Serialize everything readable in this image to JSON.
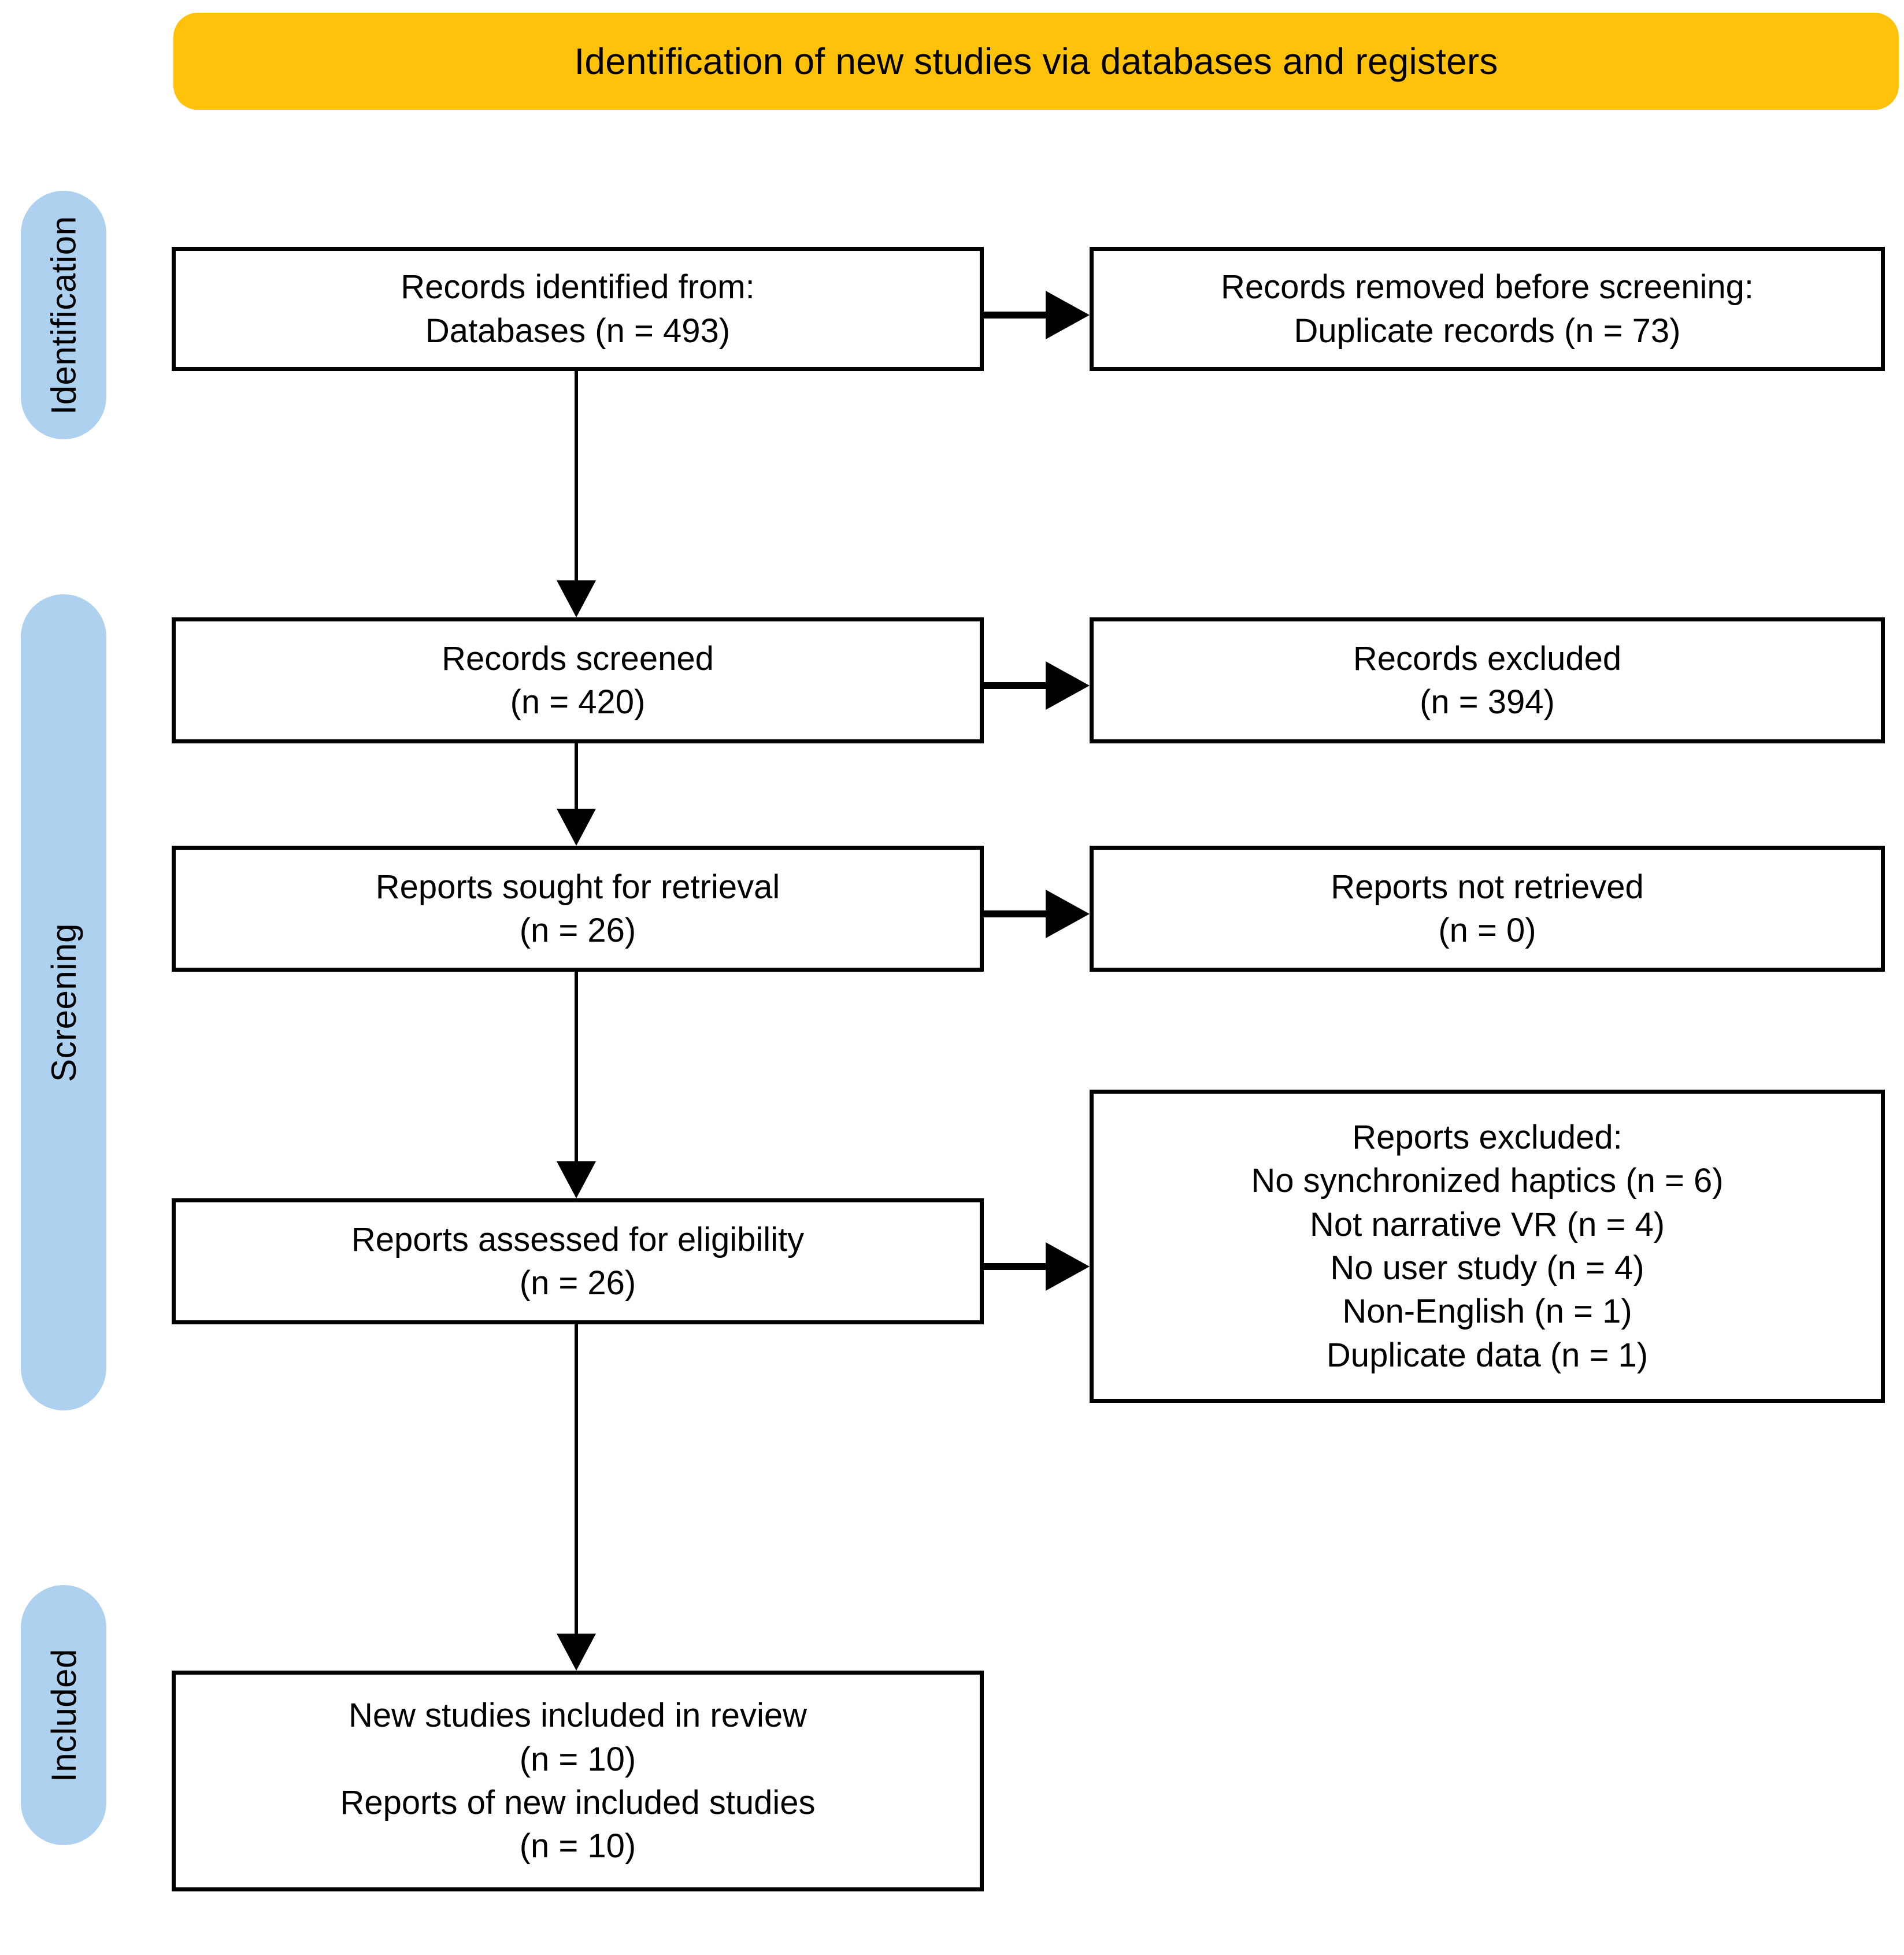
{
  "header": {
    "title": "Identification of new studies via databases and registers",
    "banner_color": "#FFC20A"
  },
  "stages": {
    "accent_color": "#AED1F0",
    "items": [
      {
        "id": "identification",
        "label": "Identification"
      },
      {
        "id": "screening",
        "label": "Screening"
      },
      {
        "id": "included",
        "label": "Included"
      }
    ]
  },
  "boxes": {
    "identified": {
      "lines": [
        "Records identified from:",
        "Databases (n = 493)"
      ]
    },
    "removed": {
      "lines": [
        "Records removed before screening:",
        "Duplicate records (n = 73)"
      ]
    },
    "screened": {
      "lines": [
        "Records screened",
        "(n = 420)"
      ]
    },
    "excluded": {
      "lines": [
        "Records excluded",
        "(n = 394)"
      ]
    },
    "sought": {
      "lines": [
        "Reports sought for retrieval",
        "(n = 26)"
      ]
    },
    "not_retrieved": {
      "lines": [
        "Reports not retrieved",
        "(n = 0)"
      ]
    },
    "assessed": {
      "lines": [
        "Reports assessed for eligibility",
        "(n = 26)"
      ]
    },
    "reports_excluded": {
      "lines": [
        "Reports excluded:",
        "No synchronized haptics (n = 6)",
        "Not narrative VR (n = 4)",
        "No user study (n = 4)",
        "Non-English (n = 1)",
        "Duplicate data (n = 1)"
      ]
    },
    "included": {
      "lines": [
        "New studies included in review",
        "(n = 10)",
        "Reports of new included studies",
        "(n = 10)"
      ]
    }
  },
  "chart_data": {
    "type": "diagram",
    "title": "Identification of new studies via databases and registers",
    "flow": [
      {
        "stage": "Identification",
        "node": "Records identified from: Databases",
        "n": 493
      },
      {
        "stage": "Identification",
        "node": "Records removed before screening: Duplicate records",
        "n": 73
      },
      {
        "stage": "Screening",
        "node": "Records screened",
        "n": 420
      },
      {
        "stage": "Screening",
        "node": "Records excluded",
        "n": 394
      },
      {
        "stage": "Screening",
        "node": "Reports sought for retrieval",
        "n": 26
      },
      {
        "stage": "Screening",
        "node": "Reports not retrieved",
        "n": 0
      },
      {
        "stage": "Screening",
        "node": "Reports assessed for eligibility",
        "n": 26
      },
      {
        "stage": "Screening",
        "node": "Reports excluded: No synchronized haptics",
        "n": 6
      },
      {
        "stage": "Screening",
        "node": "Reports excluded: Not narrative VR",
        "n": 4
      },
      {
        "stage": "Screening",
        "node": "Reports excluded: No user study",
        "n": 4
      },
      {
        "stage": "Screening",
        "node": "Reports excluded: Non-English",
        "n": 1
      },
      {
        "stage": "Screening",
        "node": "Reports excluded: Duplicate data",
        "n": 1
      },
      {
        "stage": "Included",
        "node": "New studies included in review",
        "n": 10
      },
      {
        "stage": "Included",
        "node": "Reports of new included studies",
        "n": 10
      }
    ]
  }
}
